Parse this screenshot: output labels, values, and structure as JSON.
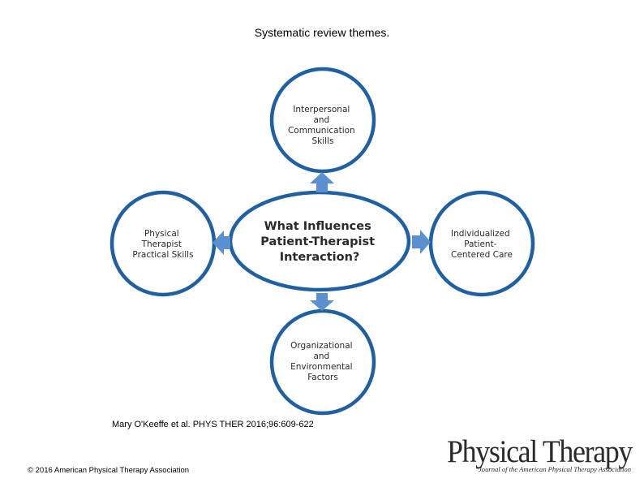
{
  "title": "Systematic review themes.",
  "diagram": {
    "center": {
      "lines": [
        "What Influences",
        "Patient-Therapist",
        "Interaction?"
      ]
    },
    "top": {
      "lines": [
        "Interpersonal",
        "and",
        "Communication",
        "Skills"
      ]
    },
    "left": {
      "lines": [
        "Physical",
        "Therapist",
        "Practical Skills"
      ]
    },
    "right": {
      "lines": [
        "Individualized",
        "Patient-",
        "Centered Care"
      ]
    },
    "bottom": {
      "lines": [
        "Organizational",
        "and",
        "Environmental",
        "Factors"
      ]
    },
    "colors": {
      "circle": "#1f5fa3",
      "arrow": "#5a8fd0"
    }
  },
  "citation": "Mary O'Keeffe et al. PHYS THER 2016;96:609-622",
  "copyright": "© 2016 American Physical Therapy Association",
  "logo": {
    "main": "Physical Therapy",
    "sub": "Journal of the American Physical Therapy Association"
  }
}
